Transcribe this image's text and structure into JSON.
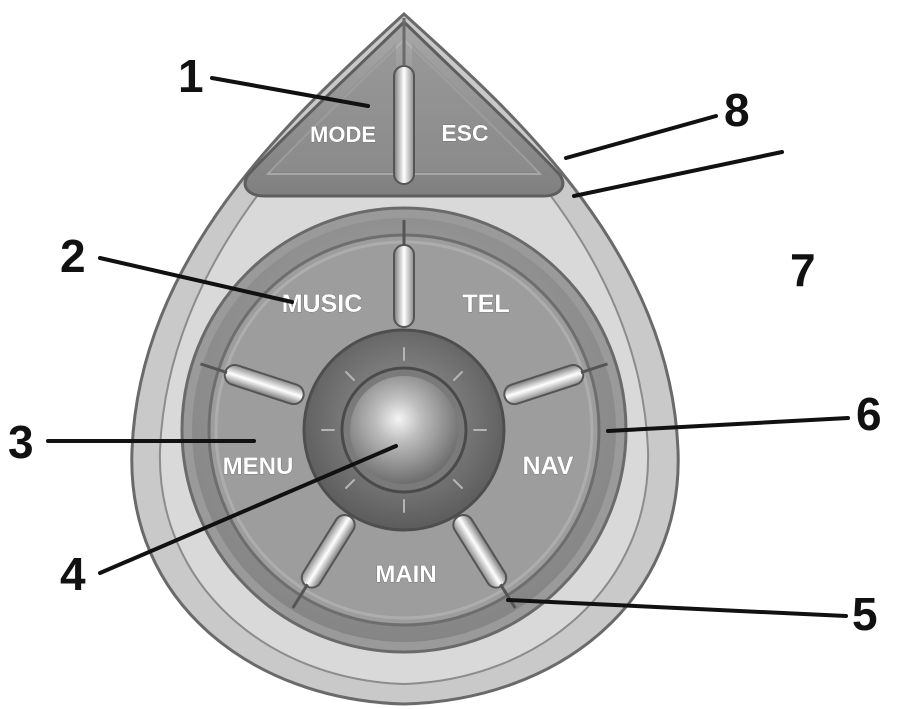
{
  "buttons": {
    "mode": "MODE",
    "esc": "ESC",
    "music": "MUSIC",
    "tel": "TEL",
    "menu": "MENU",
    "nav": "NAV",
    "main": "MAIN"
  },
  "callouts": {
    "c1": "1",
    "c2": "2",
    "c3": "3",
    "c4": "4",
    "c5": "5",
    "c6": "6",
    "c7": "7",
    "c8": "8"
  }
}
